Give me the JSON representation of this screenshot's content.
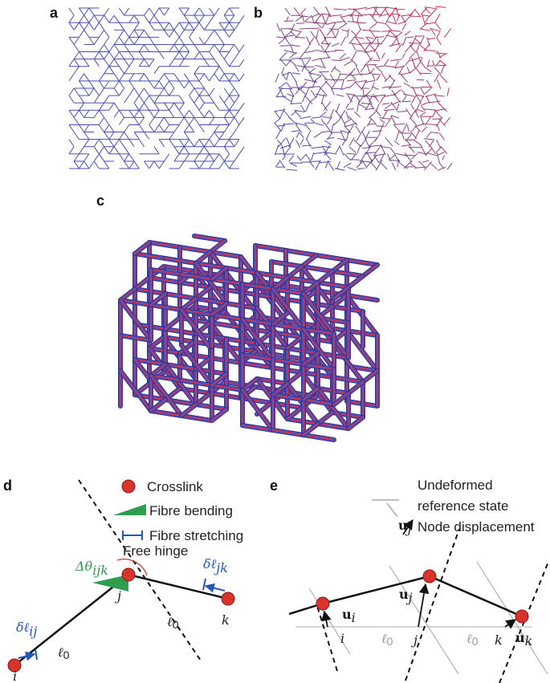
{
  "panels": {
    "a": {
      "label": "a"
    },
    "b": {
      "label": "b"
    },
    "c": {
      "label": "c"
    },
    "d": {
      "label": "d",
      "legend": {
        "crosslink": "Crosslink",
        "bending": "Fibre bending",
        "stretching": "Fibre stretching"
      },
      "free_hinge": "Free hinge",
      "node_i": "i",
      "node_j": "j",
      "node_k": "k",
      "length_left": "ℓ",
      "length_right": "ℓ",
      "length_sub": "0",
      "delta_ij": "δℓ",
      "delta_ij_sub": "ij",
      "delta_jk": "δℓ",
      "delta_jk_sub": "jk",
      "angle": "Δθ",
      "angle_sub": "ijk"
    },
    "e": {
      "label": "e",
      "legend": {
        "undeformed_line1": "Undeformed",
        "undeformed_line2": "reference state",
        "displacement": "Node displacement",
        "displacement_symbol": "u",
        "displacement_sub": "j"
      },
      "node_i": "i",
      "node_j": "j",
      "node_k": "k",
      "length_1": "ℓ",
      "length_2": "ℓ",
      "length_sub": "0",
      "u_i": "u",
      "u_i_sub": "i",
      "u_j": "u",
      "u_j_sub": "j",
      "u_k": "u",
      "u_k_sub": "k"
    }
  },
  "colors": {
    "network_blue": "#4a4fb5",
    "network_red": "#d8304a",
    "network_purple": "#8a3a9c",
    "crosslink_red": "#d8342c",
    "bending_green": "#2e9d4e",
    "stretch_blue": "#2458b8",
    "angle_green": "#2e9d4e"
  }
}
